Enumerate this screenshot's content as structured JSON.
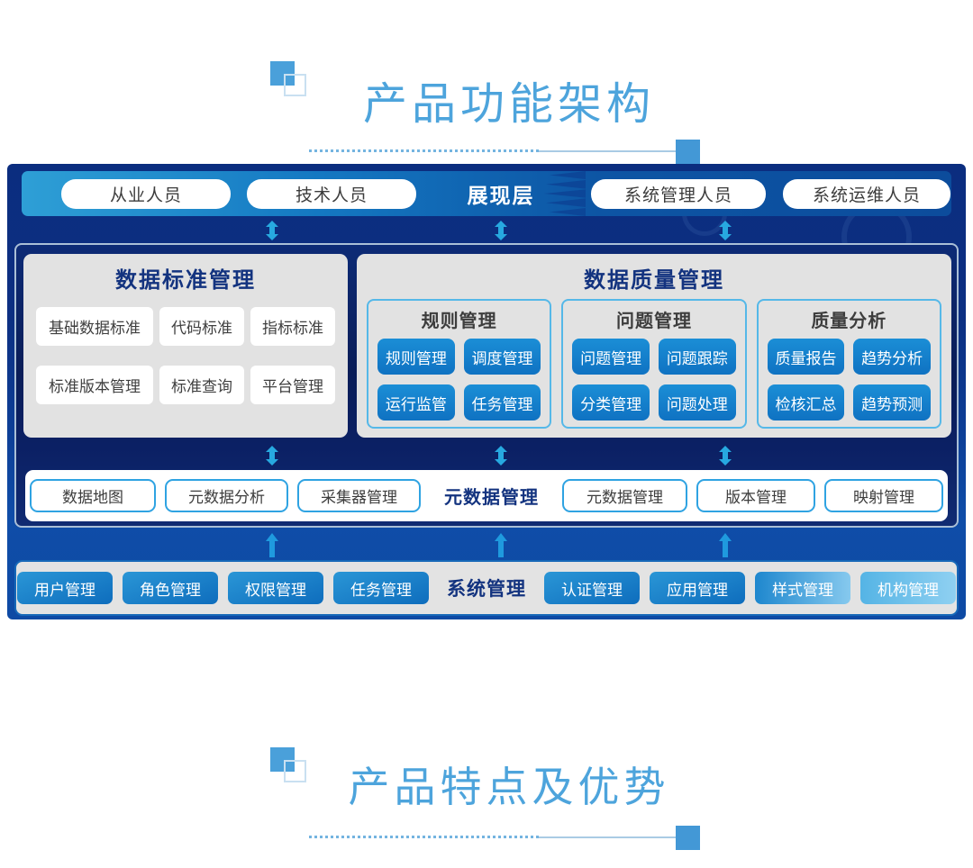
{
  "page": {
    "title1": "产品功能架构",
    "title2": "产品特点及优势"
  },
  "architecture": {
    "presentation_layer": {
      "label": "展现层",
      "roles_left": [
        "从业人员",
        "技术人员"
      ],
      "roles_right": [
        "系统管理人员",
        "系统运维人员"
      ]
    },
    "data_standard": {
      "title": "数据标准管理",
      "items": [
        "基础数据标准",
        "代码标准",
        "指标标准",
        "标准版本管理",
        "标准查询",
        "平台管理"
      ]
    },
    "data_quality": {
      "title": "数据质量管理",
      "groups": [
        {
          "title": "规则管理",
          "items": [
            "规则管理",
            "调度管理",
            "运行监管",
            "任务管理"
          ]
        },
        {
          "title": "问题管理",
          "items": [
            "问题管理",
            "问题跟踪",
            "分类管理",
            "问题处理"
          ]
        },
        {
          "title": "质量分析",
          "items": [
            "质量报告",
            "趋势分析",
            "检核汇总",
            "趋势预测"
          ]
        }
      ]
    },
    "metadata": {
      "title": "元数据管理",
      "items_left": [
        "数据地图",
        "元数据分析",
        "采集器管理"
      ],
      "items_right": [
        "元数据管理",
        "版本管理",
        "映射管理"
      ]
    },
    "system": {
      "title": "系统管理",
      "items_left": [
        "用户管理",
        "角色管理",
        "权限管理",
        "任务管理"
      ],
      "items_right": [
        "认证管理",
        "应用管理",
        "样式管理",
        "机构管理"
      ]
    }
  },
  "colors": {
    "title_blue": "#4da4dc",
    "navy_text": "#13337f",
    "banner_gradient": [
      "#2e9fd6",
      "#0c4c9c"
    ],
    "background_navy": "#0b2d7f",
    "panel_gray": "#e2e2e2",
    "button_blue": "#1486d0",
    "button_light_blue": "#5ab4e4",
    "arrow_cyan": "#27a9e0",
    "group_border_blue": "#55b8e8"
  }
}
